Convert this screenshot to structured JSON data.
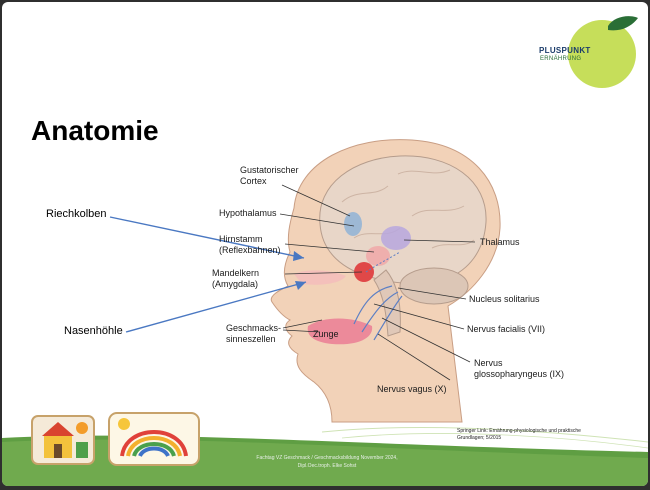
{
  "logo": {
    "line1": "PLUSPUNKT",
    "line2": "ERNÄHRUNG"
  },
  "title": "Anatomie",
  "labels": {
    "gustatorischer_cortex": [
      "Gustatorischer",
      "Cortex"
    ],
    "hypothalamus": "Hypothalamus",
    "hirnstamm": [
      "Hirnstamm",
      "(Reflexbahnen)"
    ],
    "mandelkern": [
      "Mandelkern",
      "(Amygdala)"
    ],
    "geschmackssinneszellen": [
      "Geschmacks-",
      "sinneszellen"
    ],
    "zunge": "Zunge",
    "thalamus": "Thalamus",
    "nucleus_solitarius": "Nucleus solitarius",
    "nervus_facialis": "Nervus facialis (VII)",
    "nervus_glossopharyngeus": [
      "Nervus",
      "glossopharyngeus (IX)"
    ],
    "nervus_vagus": "Nervus vagus (X)",
    "riechkolben": "Riechkolben",
    "nasenhoehle": "Nasenhöhle"
  },
  "citation": [
    "Springer Link: Ernährung-physiologische und praktische",
    "Grundlagen; 5/2015"
  ],
  "footer": [
    "Fachtag VZ Geschmack / Geschmacksbildung November 2024,",
    "Dipl.Oec.troph. Elke Sohst"
  ],
  "colors": {
    "title": "#000000",
    "logo_green": "#2a6e36",
    "logo_lime": "#c6de5a",
    "footer_band": "#5f9e43",
    "arrow_blue": "#4a78c2",
    "skin": "#f2d2b8",
    "brain": "#e8d6c8"
  }
}
